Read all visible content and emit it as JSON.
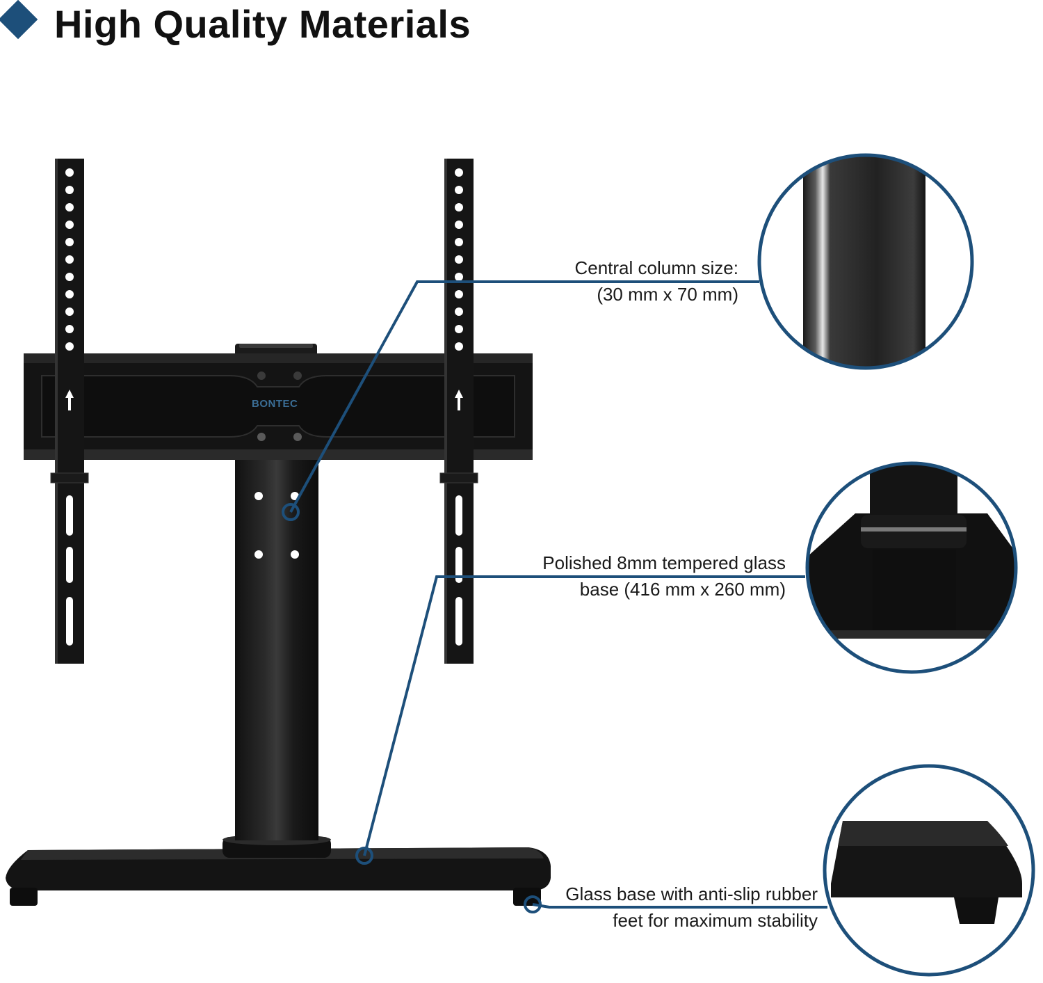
{
  "header": {
    "title": "High Quality Materials",
    "accent_color": "#1d4f7a",
    "bullet_icon": "diamond-icon"
  },
  "product": {
    "brand_text": "BONTEC"
  },
  "callouts": [
    {
      "line1": "Central column size:",
      "line2": "(30 mm x 70 mm)"
    },
    {
      "line1": "Polished 8mm tempered glass",
      "line2": "base (416 mm x 260 mm)"
    },
    {
      "line1": "Glass base with anti-slip rubber",
      "line2": "feet for maximum stability"
    }
  ]
}
